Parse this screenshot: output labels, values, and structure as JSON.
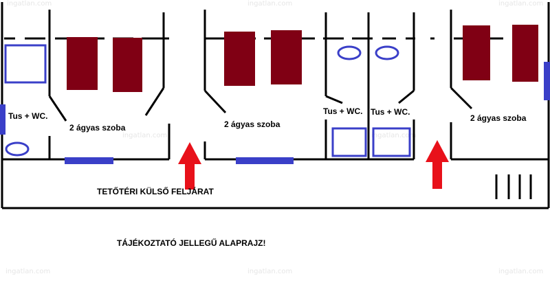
{
  "colors": {
    "wall": "#000000",
    "bed": "#800014",
    "fixture": "#3a3fc8",
    "window": "#3a3fc8",
    "arrow": "#e8111a",
    "watermark": "#e6e6e6"
  },
  "rooms": [
    {
      "label": "Tus + WC.",
      "kind": "bathroom"
    },
    {
      "label": "2 ágyas szoba",
      "kind": "bedroom"
    },
    {
      "label": "2 ágyas szoba",
      "kind": "bedroom"
    },
    {
      "label": "Tus + WC.",
      "kind": "bathroom"
    },
    {
      "label": "Tus + WC.",
      "kind": "bathroom"
    },
    {
      "label": "2 ágyas szoba",
      "kind": "bedroom"
    }
  ],
  "entrance_label": "TETŐTÉRI KÜLSŐ FELJÁRAT",
  "disclaimer": "TÁJÉKOZTATÓ JELLEGŰ ALAPRAJZ!",
  "watermark": "ingatlan.com",
  "icons": {
    "entrance_arrows": "red-up-arrow",
    "stairs": "staircase"
  }
}
